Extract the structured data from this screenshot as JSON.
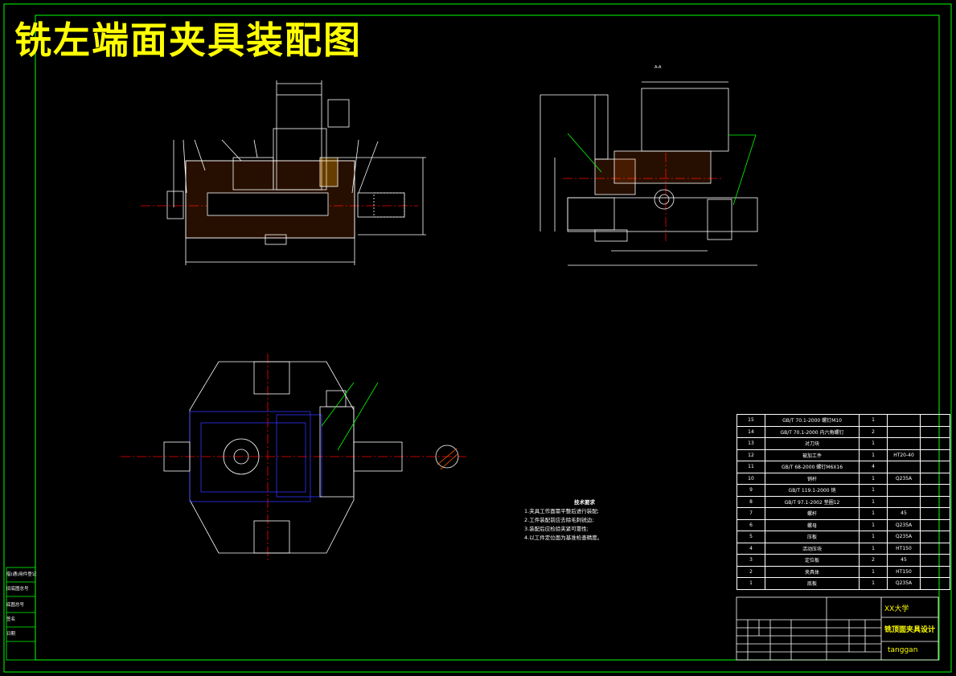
{
  "title": "铣左端面夹具装配图",
  "section_label": "A-A",
  "tech_notes": {
    "heading": "技术要求",
    "items": [
      "1.夹具工作面需平整后进行装配;",
      "2.工件装配前应去除毛刺锐边;",
      "3.装配后应检验夹紧可靠性;",
      "4.以工件定位面为基准检查精度。"
    ]
  },
  "bom": [
    {
      "no": "15",
      "name": "GB/T 70.1-2000 螺钉M10",
      "qty": "1",
      "material": ""
    },
    {
      "no": "14",
      "name": "GB/T 70.1-2000 内六角螺钉",
      "qty": "2",
      "material": ""
    },
    {
      "no": "13",
      "name": "对刀块",
      "qty": "1",
      "material": ""
    },
    {
      "no": "12",
      "name": "被加工件",
      "qty": "1",
      "material": "HT20-40"
    },
    {
      "no": "11",
      "name": "GB/T 68-2000 螺钉M6X16",
      "qty": "4",
      "material": ""
    },
    {
      "no": "10",
      "name": "销杆",
      "qty": "1",
      "material": "Q235A"
    },
    {
      "no": "9",
      "name": "GB/T 119.1-2000 销",
      "qty": "1",
      "material": ""
    },
    {
      "no": "8",
      "name": "GB/T 97.1-2002 垫圈12",
      "qty": "1",
      "material": ""
    },
    {
      "no": "7",
      "name": "螺杆",
      "qty": "1",
      "material": "45"
    },
    {
      "no": "6",
      "name": "螺母",
      "qty": "1",
      "material": "Q235A"
    },
    {
      "no": "5",
      "name": "压板",
      "qty": "1",
      "material": "Q235A"
    },
    {
      "no": "4",
      "name": "活动压块",
      "qty": "1",
      "material": "HT150"
    },
    {
      "no": "3",
      "name": "定位板",
      "qty": "2",
      "material": "45"
    },
    {
      "no": "2",
      "name": "夹具体",
      "qty": "1",
      "material": "HT150"
    },
    {
      "no": "1",
      "name": "底板",
      "qty": "1",
      "material": "Q235A"
    }
  ],
  "title_block": {
    "school": "XX大学",
    "drawing_name": "铣顶面夹具设计",
    "author": "tanggan"
  },
  "side_labels": [
    "借(通)用件登记",
    "旧底图总号",
    "底图总号",
    "签名",
    "日期"
  ],
  "colors": {
    "frame": "#00ff00",
    "lines": "#ffffff",
    "title": "#ffff00",
    "part_blue": "#3333ff",
    "center_red": "#ff0000"
  }
}
